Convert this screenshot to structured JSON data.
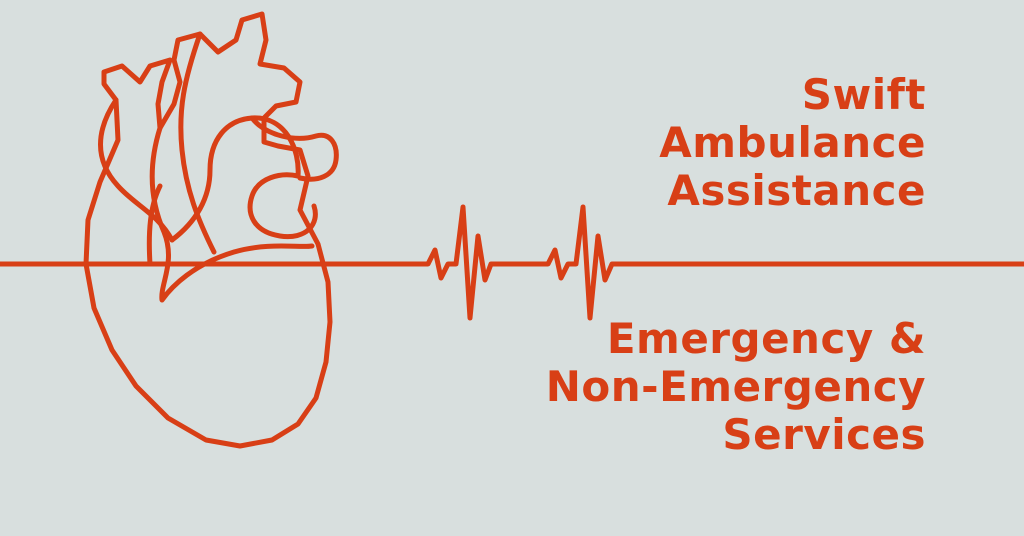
{
  "colors": {
    "background": "#d8dfde",
    "accent": "#d83f16"
  },
  "illustration": {
    "heart": "anatomical-heart-line-drawing",
    "pulse": "heartbeat-ecg-line"
  },
  "headline": {
    "line1": "Swift",
    "line2": "Ambulance",
    "line3": "Assistance"
  },
  "subheadline": {
    "line1": "Emergency &",
    "line2": "Non-Emergency",
    "line3": "Services"
  }
}
